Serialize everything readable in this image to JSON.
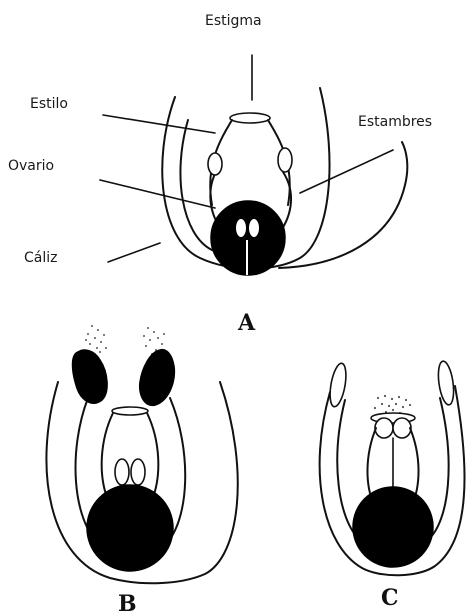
{
  "labels": {
    "estigma": "Estigma",
    "estilo": "Estilo",
    "estambres": "Estambres",
    "ovario": "Ovario",
    "caliz": "Cáliz"
  },
  "panels": {
    "a": "A",
    "b": "B",
    "c": "C"
  }
}
